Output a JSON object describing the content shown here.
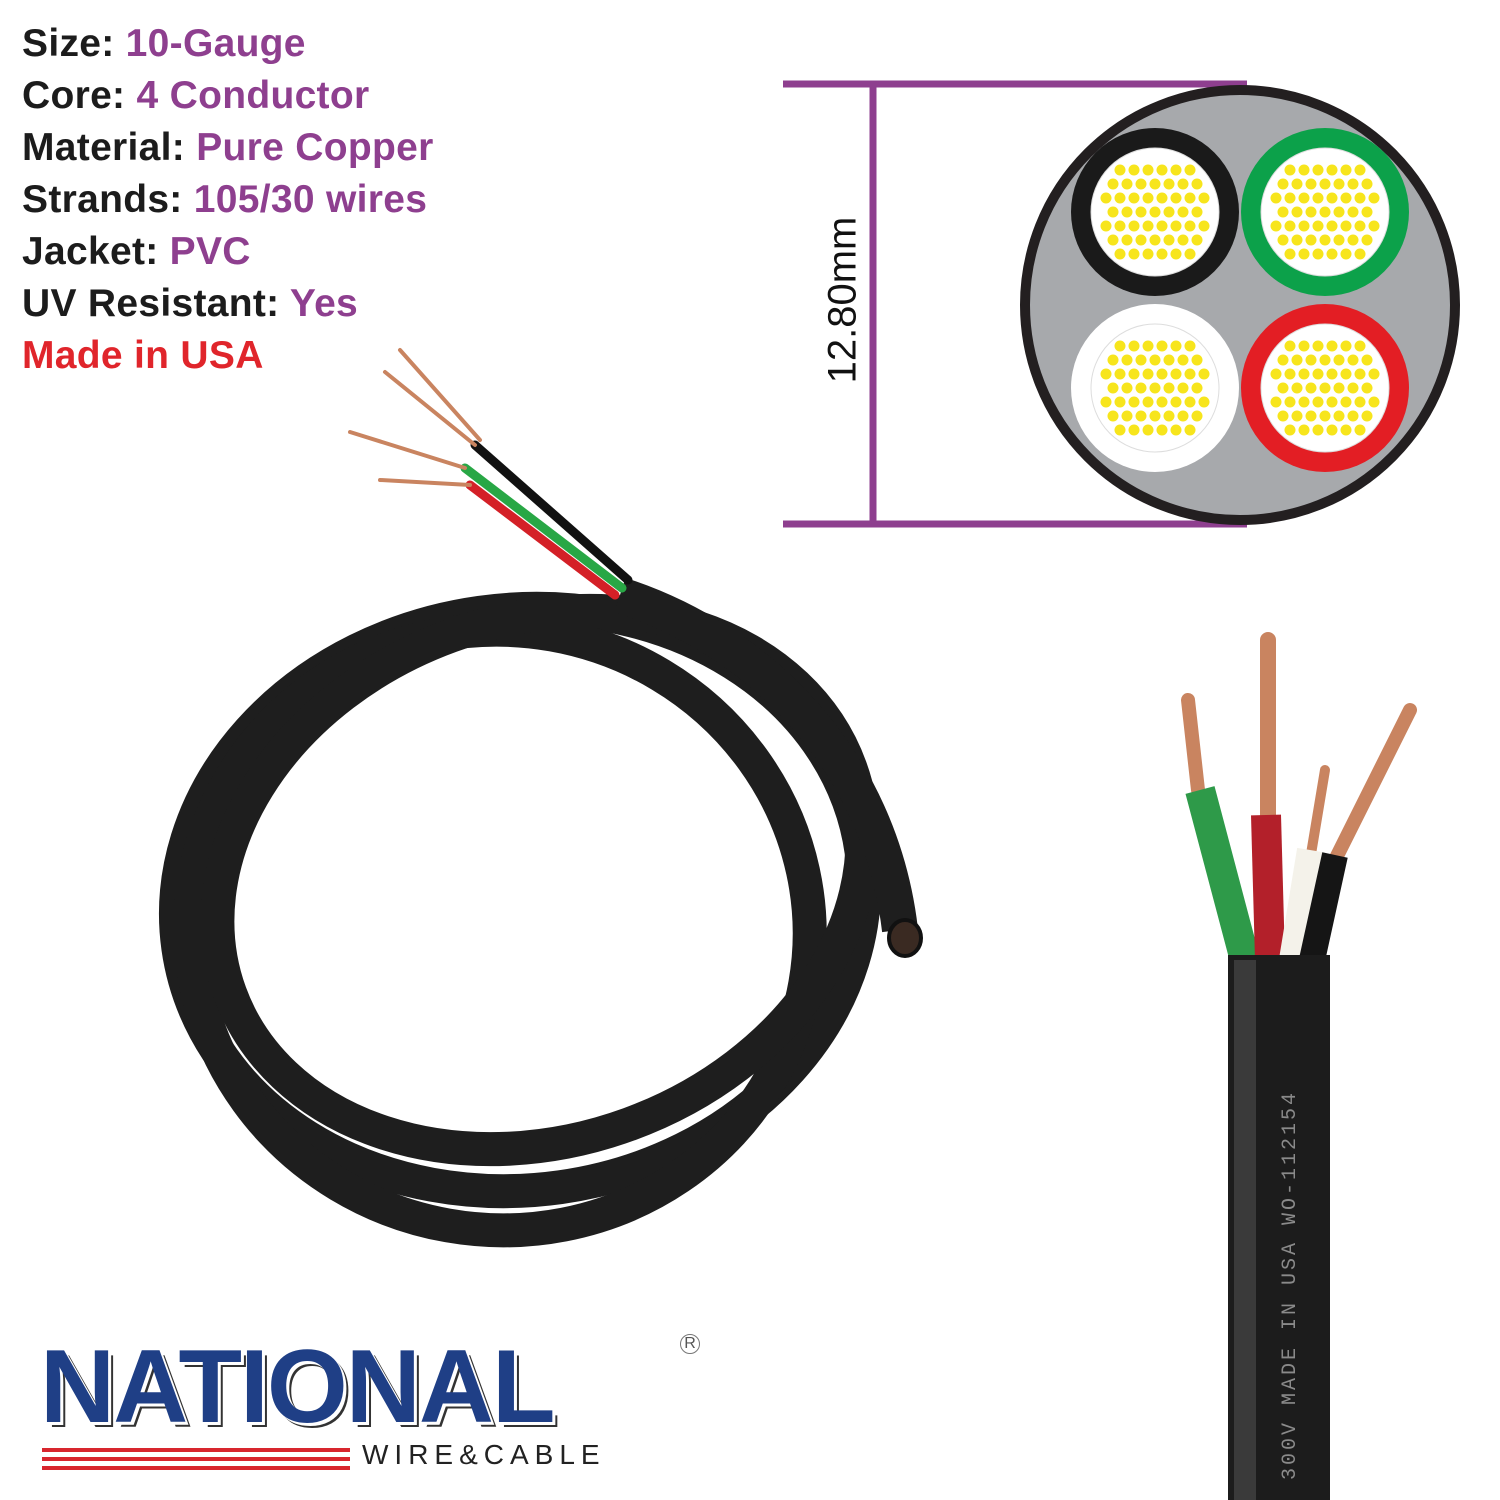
{
  "specs": [
    {
      "label": "Size:",
      "value": "10-Gauge"
    },
    {
      "label": "Core:",
      "value": "4 Conductor"
    },
    {
      "label": "Material:",
      "value": "Pure Copper"
    },
    {
      "label": "Strands:",
      "value": "105/30 wires"
    },
    {
      "label": "Jacket:",
      "value": "PVC"
    },
    {
      "label": "UV Resistant:",
      "value": "Yes"
    }
  ],
  "origin": "Made in USA",
  "diagram": {
    "dimension": "12.80mm",
    "conductor_colors": [
      "#1a1a1a",
      "#0ca14a",
      "#ffffff",
      "#e31e24"
    ],
    "jacket_color": "#a7a9ac",
    "dimension_color": "#8e3f8f"
  },
  "cable_print": "300V MADE IN USA WO-112154",
  "logo": {
    "name": "NATIONAL",
    "sub": "WIRE&CABLE",
    "mark": "R"
  },
  "colors": {
    "label": "#1c1c1c",
    "value": "#8e3f8f",
    "origin": "#e0252b",
    "logo_blue": "#1f3f86",
    "logo_red": "#d8262e"
  }
}
